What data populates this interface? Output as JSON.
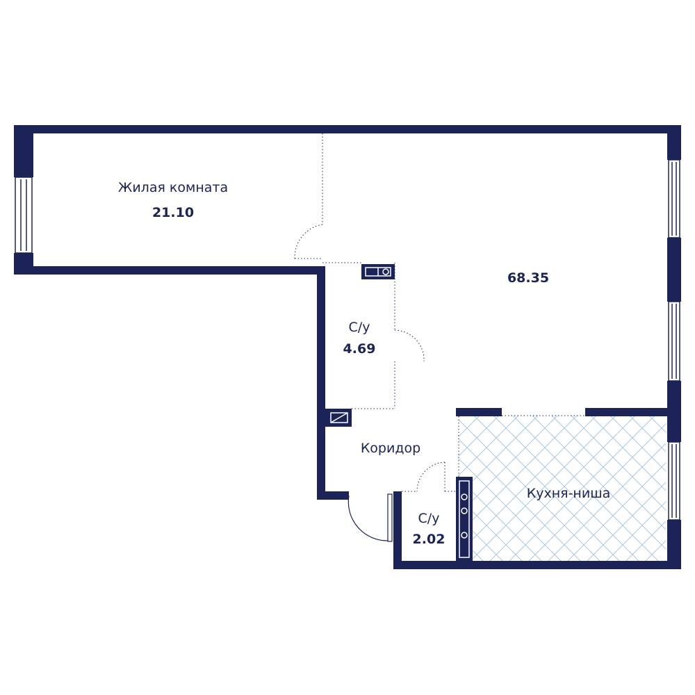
{
  "colors": {
    "wall": "#1b2357",
    "hatch": "#a9c6e0",
    "background": "#ffffff"
  },
  "rooms": {
    "living": {
      "name": "Жилая комната",
      "area": "21.10"
    },
    "main": {
      "area": "68.35"
    },
    "bath1": {
      "name": "С/у",
      "area": "4.69"
    },
    "corridor": {
      "name": "Коридор"
    },
    "kitchen": {
      "name": "Кухня-ниша"
    },
    "bath2": {
      "name": "С/у",
      "area": "2.02"
    }
  }
}
